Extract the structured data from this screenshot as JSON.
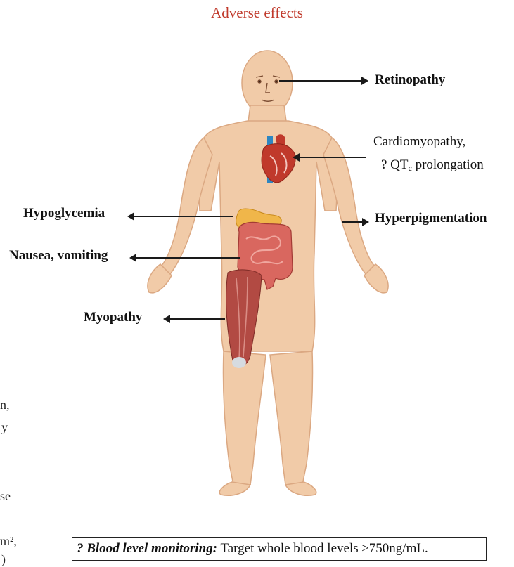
{
  "title": "Adverse effects",
  "labels": {
    "retinopathy": "Retinopathy",
    "cardiomyopathy_line1": "Cardiomyopathy,",
    "cardiomyopathy_line2_pre": "? QT",
    "cardiomyopathy_line2_sub": "c",
    "cardiomyopathy_line2_post": " prolongation",
    "hyperpigmentation": "Hyperpigmentation",
    "hypoglycemia": "Hypoglycemia",
    "nausea": "Nausea, vomiting",
    "myopathy": "Myopathy"
  },
  "note": {
    "emphasis": "? Blood level monitoring:",
    "text": " Target whole blood levels ≥750ng/mL."
  },
  "left_margin_fragments": [
    "n,",
    "y",
    "se",
    "m²,",
    ")"
  ],
  "colors": {
    "title": "#c0392b",
    "skin": "#f1cba8",
    "skin_shadow": "#dfae88",
    "heart_red": "#c0392b",
    "heart_blue": "#2e86c1",
    "pancreas": "#f0b64a",
    "intestine": "#d9675f",
    "muscle": "#b24a43"
  }
}
